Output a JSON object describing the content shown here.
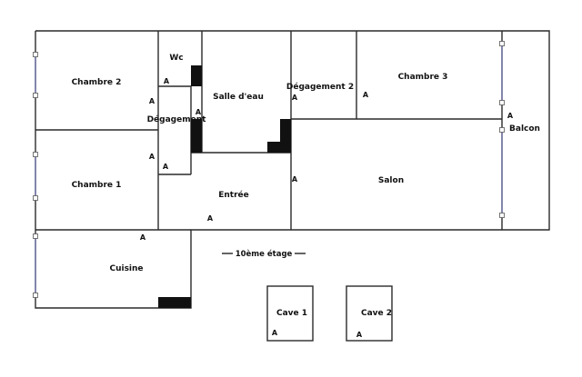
{
  "rooms": {
    "chambre2": "Chambre 2",
    "wc": "Wc",
    "salle_eau": "Salle d'eau",
    "degagement2": "Dégagement 2",
    "chambre3": "Chambre 3",
    "balcon": "Balcon",
    "degagement1": "Dégagement",
    "chambre1": "Chambre 1",
    "entree": "Entrée",
    "salon": "Salon",
    "cuisine": "Cuisine",
    "cave1": "Cave 1",
    "cave2": "Cave 2"
  },
  "floor_label": "10ème étage",
  "access_mark": "A"
}
